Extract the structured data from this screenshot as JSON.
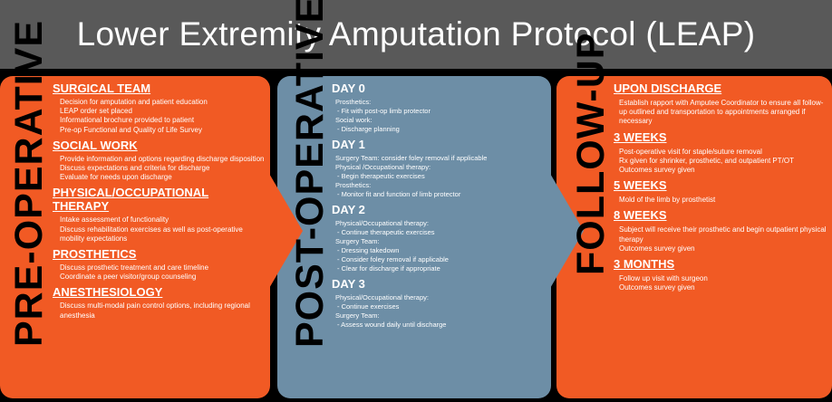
{
  "title": "Lower Extremity Amputation Protocol (LEAP)",
  "colors": {
    "orange": "#f15a24",
    "blue_gray": "#6d8ea6",
    "title_bar": "#595959"
  },
  "phases": [
    {
      "label": "PRE-OPERATIVE",
      "sections": [
        {
          "heading": "SURGICAL TEAM",
          "items": [
            "Decision for amputation and patient education",
            "LEAP order set placed",
            "Informational brochure provided to patient",
            "Pre-op Functional and Quality of Life Survey"
          ]
        },
        {
          "heading": "SOCIAL WORK",
          "items": [
            "Provide information and options regarding discharge disposition",
            "Discuss expectations and criteria for discharge",
            "Evaluate for needs upon discharge"
          ]
        },
        {
          "heading": "PHYSICAL/OCCUPATIONAL THERAPY",
          "items": [
            "Intake assessment of functionality",
            "Discuss rehabilitation exercises as well as post-operative mobility expectations"
          ]
        },
        {
          "heading": "PROSTHETICS",
          "items": [
            "Discuss prosthetic treatment and care timeline",
            "Coordinate a peer visitor/group counseling"
          ]
        },
        {
          "heading": "ANESTHESIOLOGY",
          "items": [
            "Discuss multi-modal pain control options, including regional anesthesia"
          ]
        }
      ]
    },
    {
      "label": "POST-OPERATIVE",
      "sections": [
        {
          "heading": "DAY 0",
          "lines": [
            "Prosthetics:",
            "- Fit with post-op limb protector",
            "Social work:",
            "- Discharge planning"
          ]
        },
        {
          "heading": "DAY 1",
          "lines": [
            "Surgery Team: consider foley removal if applicable",
            "Physical /Occupational therapy:",
            "- Begin therapeutic exercises",
            "Prosthetics:",
            "- Monitor fit and function of limb protector"
          ]
        },
        {
          "heading": "DAY 2",
          "lines": [
            "Physical/Occupational therapy:",
            "- Continue therapeutic exercises",
            "Surgery Team:",
            "- Dressing takedown",
            "- Consider foley removal if applicable",
            "- Clear for discharge if appropriate"
          ]
        },
        {
          "heading": "DAY 3",
          "lines": [
            "Physical/Occupational therapy:",
            "- Continue exercises",
            "Surgery Team:",
            "- Assess wound daily until discharge"
          ]
        }
      ]
    },
    {
      "label": "FOLLOW-UP",
      "sections": [
        {
          "heading": "UPON DISCHARGE",
          "items": [
            "Establish rapport with Amputee Coordinator to ensure all follow-up outlined and transportation to appointments arranged if necessary"
          ]
        },
        {
          "heading": "3 WEEKS",
          "items": [
            "Post-operative visit for staple/suture removal",
            "Rx given for shrinker, prosthetic, and outpatient PT/OT",
            "Outcomes survey given"
          ]
        },
        {
          "heading": "5 WEEKS",
          "items": [
            "Mold of the limb by prosthetist"
          ]
        },
        {
          "heading": "8 WEEKS",
          "items": [
            "Subject will receive their prosthetic and begin outpatient physical therapy",
            "Outcomes survey given"
          ]
        },
        {
          "heading": "3 MONTHS",
          "items": [
            "Follow up visit with surgeon",
            "Outcomes survey given"
          ]
        }
      ]
    }
  ]
}
